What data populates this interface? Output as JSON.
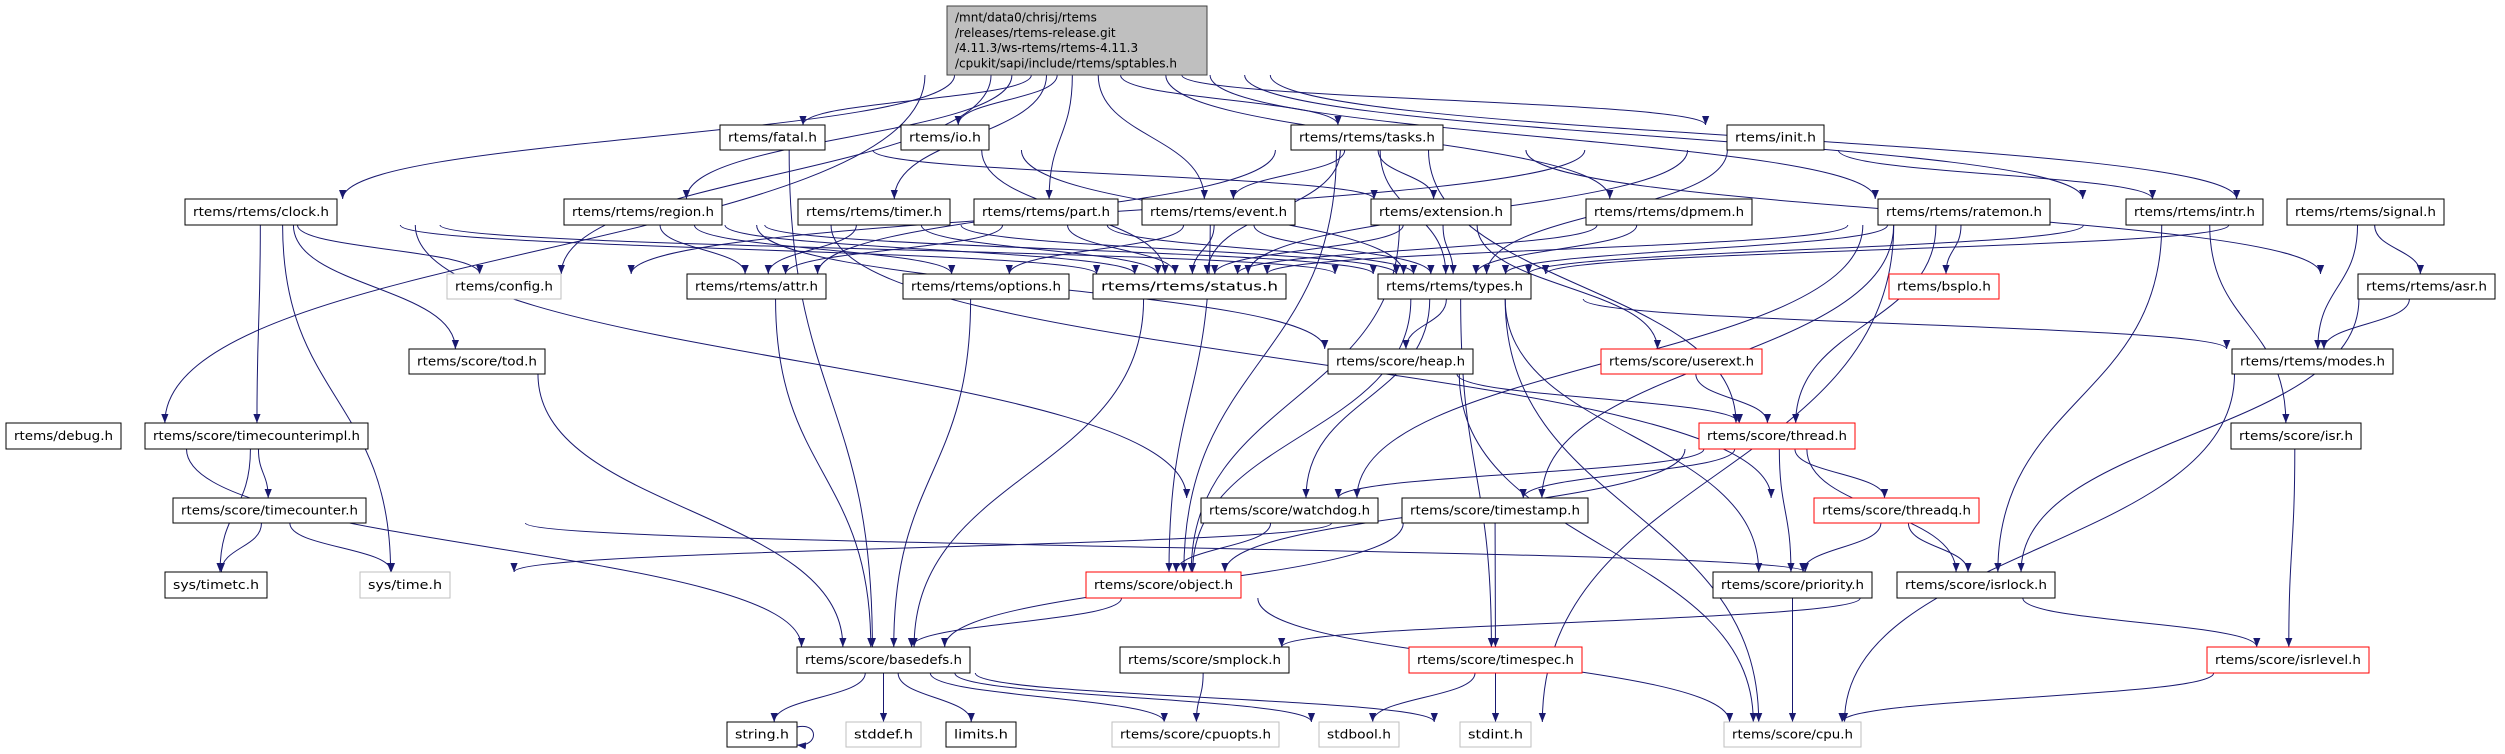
{
  "graph": {
    "colors": {
      "edge": "#191970",
      "root_fill": "#bfbfbf",
      "system_border": "#bfbfbf",
      "incomplete_border": "#ff0000",
      "node_border": "#000000"
    },
    "nodes": [
      {
        "id": "root",
        "label": [
          "/mnt/data0/chrisj/rtems",
          "/releases/rtems-release.git",
          "/4.11.3/ws-rtems/rtems-4.11.3",
          "/cpukit/sapi/include/rtems/sptables.h"
        ],
        "kind": "root"
      },
      {
        "id": "fatal",
        "label": [
          "rtems/fatal.h"
        ],
        "kind": "normal"
      },
      {
        "id": "io",
        "label": [
          "rtems/io.h"
        ],
        "kind": "normal"
      },
      {
        "id": "tasks",
        "label": [
          "rtems/rtems/tasks.h"
        ],
        "kind": "normal"
      },
      {
        "id": "init",
        "label": [
          "rtems/init.h"
        ],
        "kind": "normal"
      },
      {
        "id": "clock",
        "label": [
          "rtems/rtems/clock.h"
        ],
        "kind": "normal"
      },
      {
        "id": "region",
        "label": [
          "rtems/rtems/region.h"
        ],
        "kind": "normal"
      },
      {
        "id": "timer",
        "label": [
          "rtems/rtems/timer.h"
        ],
        "kind": "normal"
      },
      {
        "id": "part",
        "label": [
          "rtems/rtems/part.h"
        ],
        "kind": "normal"
      },
      {
        "id": "event",
        "label": [
          "rtems/rtems/event.h"
        ],
        "kind": "normal"
      },
      {
        "id": "extension",
        "label": [
          "rtems/extension.h"
        ],
        "kind": "normal"
      },
      {
        "id": "dpmem",
        "label": [
          "rtems/rtems/dpmem.h"
        ],
        "kind": "normal"
      },
      {
        "id": "ratemon",
        "label": [
          "rtems/rtems/ratemon.h"
        ],
        "kind": "normal"
      },
      {
        "id": "intr",
        "label": [
          "rtems/rtems/intr.h"
        ],
        "kind": "normal"
      },
      {
        "id": "signal",
        "label": [
          "rtems/rtems/signal.h"
        ],
        "kind": "normal"
      },
      {
        "id": "config",
        "label": [
          "rtems/config.h"
        ],
        "kind": "system"
      },
      {
        "id": "attr",
        "label": [
          "rtems/rtems/attr.h"
        ],
        "kind": "normal"
      },
      {
        "id": "options",
        "label": [
          "rtems/rtems/options.h"
        ],
        "kind": "normal"
      },
      {
        "id": "status",
        "label": [
          "rtems/rtems/status.h"
        ],
        "kind": "normal"
      },
      {
        "id": "types",
        "label": [
          "rtems/rtems/types.h"
        ],
        "kind": "normal"
      },
      {
        "id": "bsplo",
        "label": [
          "rtems/bsplo.h"
        ],
        "kind": "incomplete"
      },
      {
        "id": "asr",
        "label": [
          "rtems/rtems/asr.h"
        ],
        "kind": "normal"
      },
      {
        "id": "tod",
        "label": [
          "rtems/score/tod.h"
        ],
        "kind": "normal"
      },
      {
        "id": "heap",
        "label": [
          "rtems/score/heap.h"
        ],
        "kind": "normal"
      },
      {
        "id": "userext",
        "label": [
          "rtems/score/userext.h"
        ],
        "kind": "incomplete"
      },
      {
        "id": "modes",
        "label": [
          "rtems/rtems/modes.h"
        ],
        "kind": "normal"
      },
      {
        "id": "debug",
        "label": [
          "rtems/debug.h"
        ],
        "kind": "normal"
      },
      {
        "id": "timecounterimpl",
        "label": [
          "rtems/score/timecounterimpl.h"
        ],
        "kind": "normal"
      },
      {
        "id": "thread",
        "label": [
          "rtems/score/thread.h"
        ],
        "kind": "incomplete"
      },
      {
        "id": "isr",
        "label": [
          "rtems/score/isr.h"
        ],
        "kind": "normal"
      },
      {
        "id": "timecounter",
        "label": [
          "rtems/score/timecounter.h"
        ],
        "kind": "normal"
      },
      {
        "id": "watchdog",
        "label": [
          "rtems/score/watchdog.h"
        ],
        "kind": "normal"
      },
      {
        "id": "timestamp",
        "label": [
          "rtems/score/timestamp.h"
        ],
        "kind": "normal"
      },
      {
        "id": "threadq",
        "label": [
          "rtems/score/threadq.h"
        ],
        "kind": "incomplete"
      },
      {
        "id": "timetc",
        "label": [
          "sys/timetc.h"
        ],
        "kind": "normal"
      },
      {
        "id": "systime",
        "label": [
          "sys/time.h"
        ],
        "kind": "system"
      },
      {
        "id": "object",
        "label": [
          "rtems/score/object.h"
        ],
        "kind": "incomplete"
      },
      {
        "id": "priority",
        "label": [
          "rtems/score/priority.h"
        ],
        "kind": "normal"
      },
      {
        "id": "isrlock",
        "label": [
          "rtems/score/isrlock.h"
        ],
        "kind": "normal"
      },
      {
        "id": "basedefs",
        "label": [
          "rtems/score/basedefs.h"
        ],
        "kind": "normal"
      },
      {
        "id": "smplock",
        "label": [
          "rtems/score/smplock.h"
        ],
        "kind": "normal"
      },
      {
        "id": "timespec",
        "label": [
          "rtems/score/timespec.h"
        ],
        "kind": "incomplete"
      },
      {
        "id": "isrlevel",
        "label": [
          "rtems/score/isrlevel.h"
        ],
        "kind": "incomplete"
      },
      {
        "id": "string",
        "label": [
          "string.h"
        ],
        "kind": "normal"
      },
      {
        "id": "stddef",
        "label": [
          "stddef.h"
        ],
        "kind": "system"
      },
      {
        "id": "limits",
        "label": [
          "limits.h"
        ],
        "kind": "normal"
      },
      {
        "id": "cpuopts",
        "label": [
          "rtems/score/cpuopts.h"
        ],
        "kind": "system"
      },
      {
        "id": "stdbool",
        "label": [
          "stdbool.h"
        ],
        "kind": "system"
      },
      {
        "id": "stdint",
        "label": [
          "stdint.h"
        ],
        "kind": "system"
      },
      {
        "id": "cpu",
        "label": [
          "rtems/score/cpu.h"
        ],
        "kind": "system"
      }
    ],
    "edges": [
      [
        "root",
        "debug"
      ],
      [
        "root",
        "clock"
      ],
      [
        "root",
        "config"
      ],
      [
        "root",
        "fatal"
      ],
      [
        "root",
        "io"
      ],
      [
        "root",
        "region"
      ],
      [
        "root",
        "timer"
      ],
      [
        "root",
        "part"
      ],
      [
        "root",
        "event"
      ],
      [
        "root",
        "tasks"
      ],
      [
        "root",
        "dpmem"
      ],
      [
        "root",
        "init"
      ],
      [
        "root",
        "ratemon"
      ],
      [
        "root",
        "intr"
      ],
      [
        "root",
        "signal"
      ],
      [
        "fatal",
        "extension"
      ],
      [
        "fatal",
        "basedefs"
      ],
      [
        "io",
        "status"
      ],
      [
        "io",
        "types"
      ],
      [
        "tasks",
        "event"
      ],
      [
        "tasks",
        "extension"
      ],
      [
        "tasks",
        "status"
      ],
      [
        "tasks",
        "types"
      ],
      [
        "tasks",
        "object"
      ],
      [
        "tasks",
        "thread"
      ],
      [
        "tasks",
        "asr"
      ],
      [
        "tasks",
        "attr"
      ],
      [
        "init",
        "config"
      ],
      [
        "init",
        "types"
      ],
      [
        "init",
        "intr"
      ],
      [
        "init",
        "status"
      ],
      [
        "clock",
        "config"
      ],
      [
        "clock",
        "status"
      ],
      [
        "clock",
        "types"
      ],
      [
        "clock",
        "systime"
      ],
      [
        "clock",
        "tod"
      ],
      [
        "clock",
        "timecounterimpl"
      ],
      [
        "clock",
        "watchdog"
      ],
      [
        "region",
        "attr"
      ],
      [
        "region",
        "options"
      ],
      [
        "region",
        "status"
      ],
      [
        "region",
        "types"
      ],
      [
        "region",
        "heap"
      ],
      [
        "region",
        "threadq"
      ],
      [
        "timer",
        "attr"
      ],
      [
        "timer",
        "status"
      ],
      [
        "timer",
        "types"
      ],
      [
        "part",
        "attr"
      ],
      [
        "part",
        "status"
      ],
      [
        "part",
        "types"
      ],
      [
        "event",
        "options"
      ],
      [
        "event",
        "status"
      ],
      [
        "event",
        "types"
      ],
      [
        "event",
        "object"
      ],
      [
        "extension",
        "status"
      ],
      [
        "extension",
        "types"
      ],
      [
        "extension",
        "userext"
      ],
      [
        "extension",
        "object"
      ],
      [
        "dpmem",
        "status"
      ],
      [
        "dpmem",
        "types"
      ],
      [
        "ratemon",
        "status"
      ],
      [
        "ratemon",
        "types"
      ],
      [
        "ratemon",
        "bsplo"
      ],
      [
        "ratemon",
        "thread"
      ],
      [
        "ratemon",
        "watchdog"
      ],
      [
        "ratemon",
        "timestamp"
      ],
      [
        "ratemon",
        "stdint"
      ],
      [
        "intr",
        "types"
      ],
      [
        "intr",
        "isr"
      ],
      [
        "intr",
        "isrlock"
      ],
      [
        "signal",
        "types"
      ],
      [
        "signal",
        "asr"
      ],
      [
        "signal",
        "modes"
      ],
      [
        "attr",
        "basedefs"
      ],
      [
        "options",
        "basedefs"
      ],
      [
        "status",
        "basedefs"
      ],
      [
        "types",
        "heap"
      ],
      [
        "types",
        "object"
      ],
      [
        "types",
        "watchdog"
      ],
      [
        "types",
        "modes"
      ],
      [
        "types",
        "cpu"
      ],
      [
        "types",
        "priority"
      ],
      [
        "types",
        "timespec"
      ],
      [
        "asr",
        "modes"
      ],
      [
        "asr",
        "isrlock"
      ],
      [
        "tod",
        "basedefs"
      ],
      [
        "heap",
        "thread"
      ],
      [
        "heap",
        "cpu"
      ],
      [
        "userext",
        "thread"
      ],
      [
        "modes",
        "cpu"
      ],
      [
        "debug",
        "basedefs"
      ],
      [
        "timecounterimpl",
        "timecounter"
      ],
      [
        "timecounterimpl",
        "timetc"
      ],
      [
        "timecounter",
        "timetc"
      ],
      [
        "timecounter",
        "systime"
      ],
      [
        "timecounter",
        "isrlock"
      ],
      [
        "thread",
        "watchdog"
      ],
      [
        "thread",
        "timestamp"
      ],
      [
        "thread",
        "threadq"
      ],
      [
        "thread",
        "priority"
      ],
      [
        "thread",
        "isrlock"
      ],
      [
        "thread",
        "object"
      ],
      [
        "isr",
        "isrlevel"
      ],
      [
        "watchdog",
        "object"
      ],
      [
        "timestamp",
        "systime"
      ],
      [
        "timestamp",
        "timespec"
      ],
      [
        "timestamp",
        "basedefs"
      ],
      [
        "threadq",
        "priority"
      ],
      [
        "threadq",
        "isrlock"
      ],
      [
        "object",
        "basedefs"
      ],
      [
        "object",
        "cpu"
      ],
      [
        "priority",
        "cpu"
      ],
      [
        "isrlock",
        "smplock"
      ],
      [
        "isrlock",
        "isrlevel"
      ],
      [
        "basedefs",
        "string"
      ],
      [
        "basedefs",
        "stddef"
      ],
      [
        "basedefs",
        "limits"
      ],
      [
        "basedefs",
        "cpuopts"
      ],
      [
        "basedefs",
        "stdbool"
      ],
      [
        "basedefs",
        "stdint"
      ],
      [
        "smplock",
        "cpuopts"
      ],
      [
        "timespec",
        "stdbool"
      ],
      [
        "timespec",
        "stdint"
      ],
      [
        "isrlevel",
        "cpu"
      ],
      [
        "string",
        "string"
      ]
    ]
  }
}
